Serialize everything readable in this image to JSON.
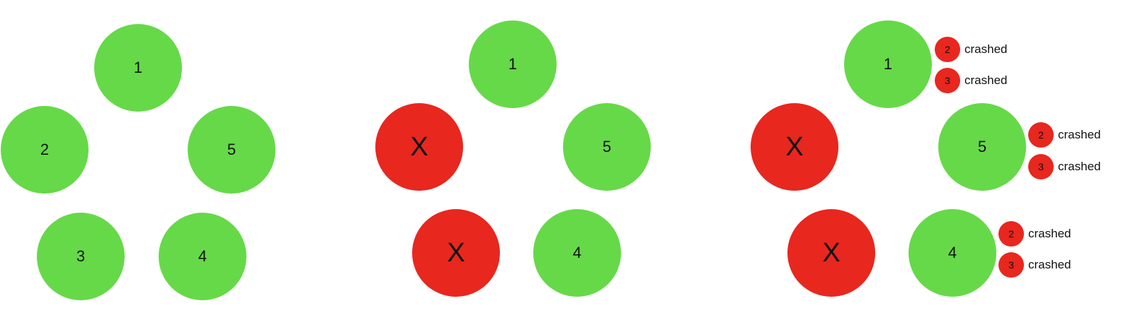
{
  "colors": {
    "alive": "#66d948",
    "crashed": "#e8271f"
  },
  "panels": [
    {
      "nodes": [
        {
          "label": "1",
          "state": "alive"
        },
        {
          "label": "2",
          "state": "alive"
        },
        {
          "label": "5",
          "state": "alive"
        },
        {
          "label": "3",
          "state": "alive"
        },
        {
          "label": "4",
          "state": "alive"
        }
      ]
    },
    {
      "nodes": [
        {
          "label": "1",
          "state": "alive"
        },
        {
          "label": "X",
          "state": "crashed"
        },
        {
          "label": "5",
          "state": "alive"
        },
        {
          "label": "X",
          "state": "crashed"
        },
        {
          "label": "4",
          "state": "alive"
        }
      ]
    },
    {
      "nodes": [
        {
          "label": "1",
          "state": "alive"
        },
        {
          "label": "X",
          "state": "crashed"
        },
        {
          "label": "5",
          "state": "alive"
        },
        {
          "label": "X",
          "state": "crashed"
        },
        {
          "label": "4",
          "state": "alive"
        }
      ],
      "notices": [
        {
          "node": "1",
          "items": [
            {
              "badge": "2",
              "text": "crashed"
            },
            {
              "badge": "3",
              "text": "crashed"
            }
          ]
        },
        {
          "node": "5",
          "items": [
            {
              "badge": "2",
              "text": "crashed"
            },
            {
              "badge": "3",
              "text": "crashed"
            }
          ]
        },
        {
          "node": "4",
          "items": [
            {
              "badge": "2",
              "text": "crashed"
            },
            {
              "badge": "3",
              "text": "crashed"
            }
          ]
        }
      ]
    }
  ]
}
